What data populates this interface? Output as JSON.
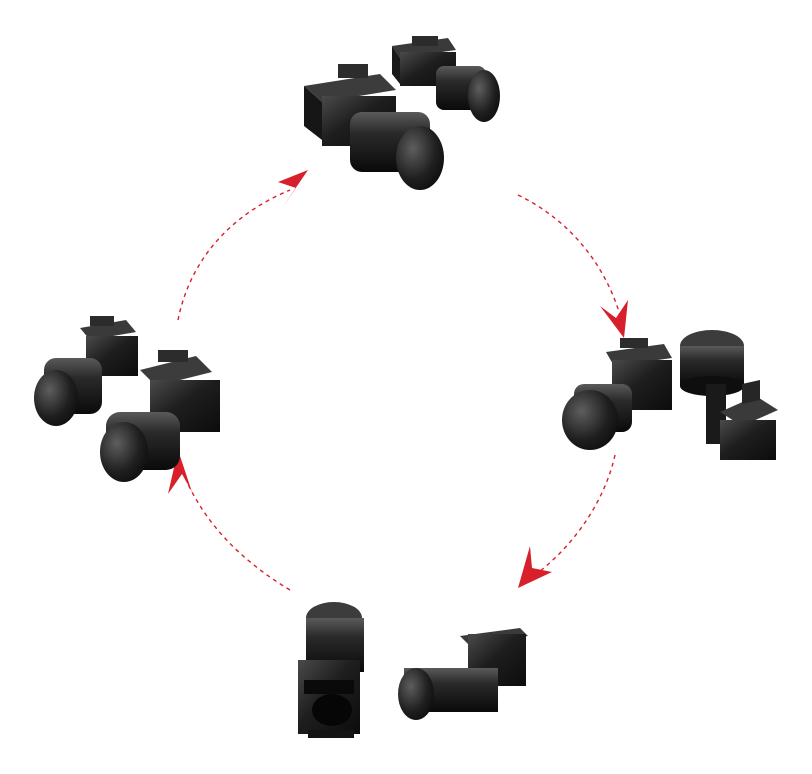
{
  "image": {
    "background_color": "#ffffff",
    "description_items": [
      "part-pair-top",
      "part-pair-right",
      "part-pair-bottom",
      "part-pair-left"
    ]
  },
  "colors": {
    "arrow_red": "#d7202b",
    "part_dark": "#141414",
    "part_mid": "#2a2a2a",
    "part_light": "#4a4a4a",
    "part_highlight": "#6b6b6b"
  },
  "cycle": {
    "direction": "clockwise",
    "arrow_count": 4
  }
}
